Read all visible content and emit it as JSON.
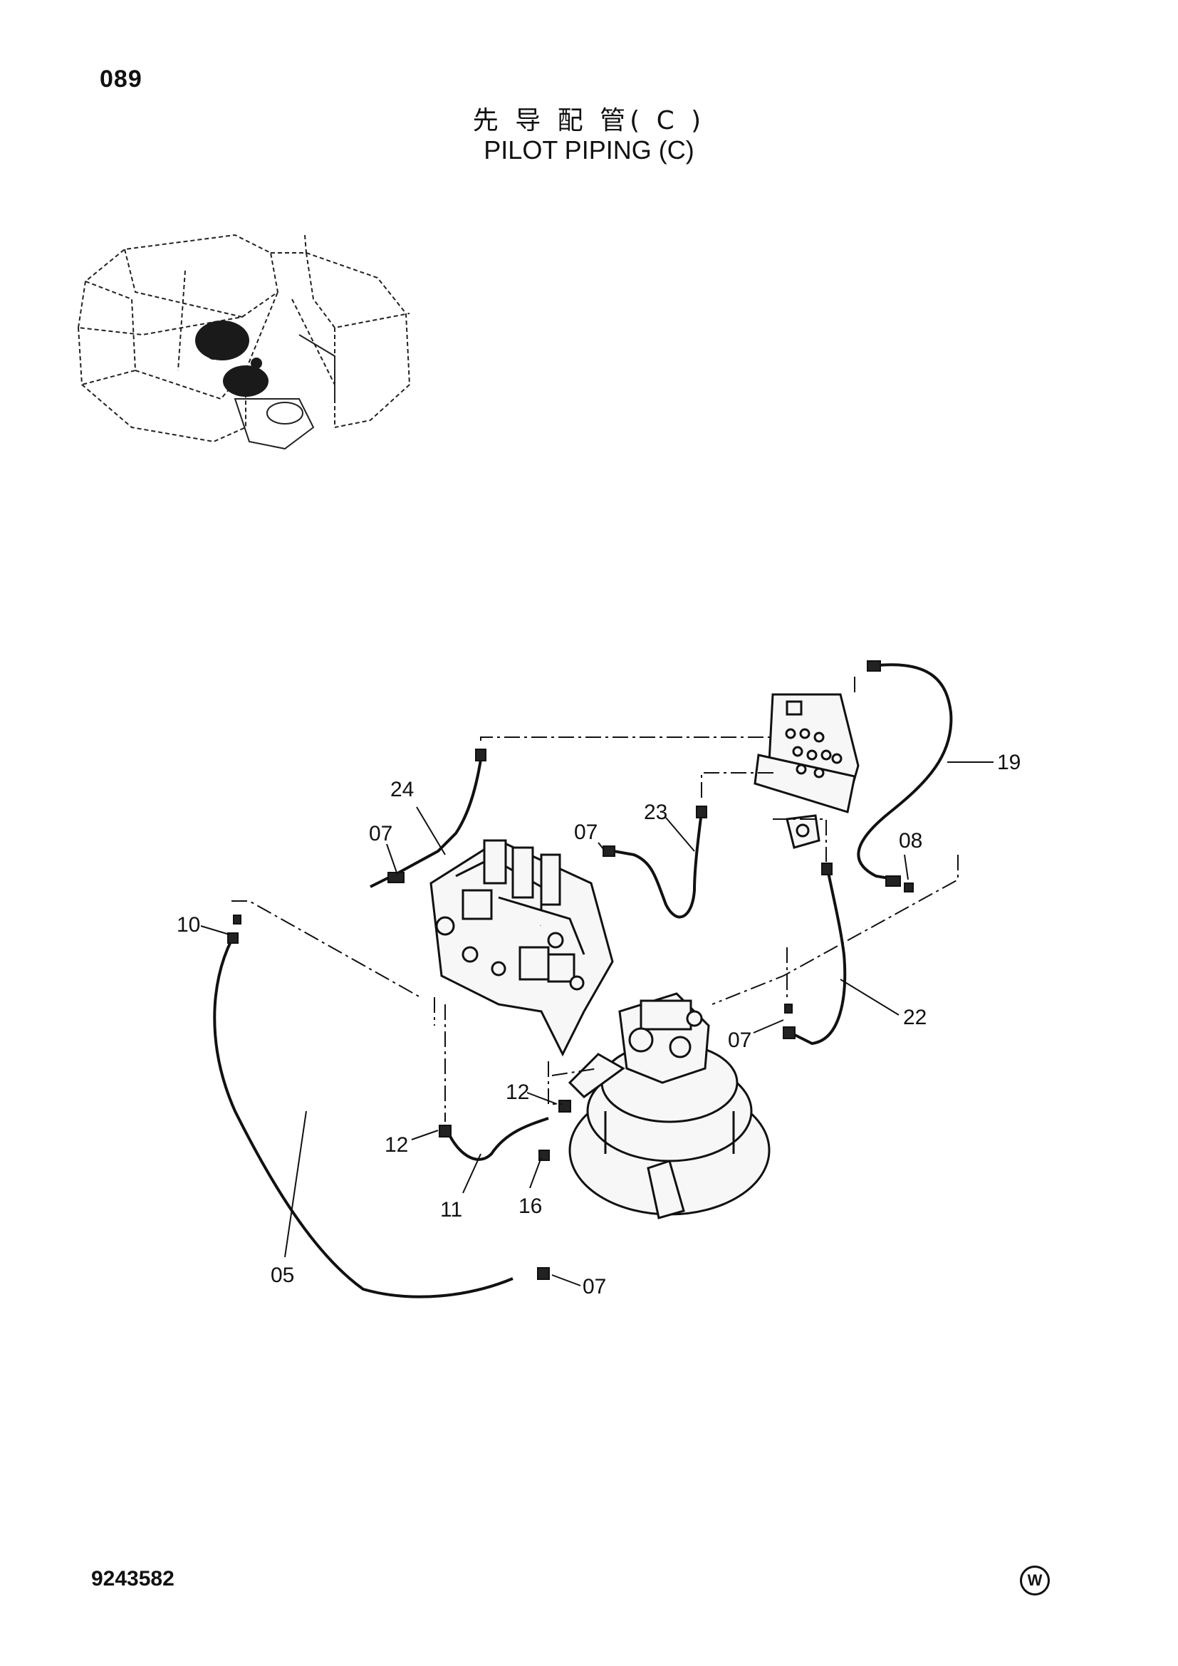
{
  "page_number": "089",
  "title_cn": "先 导 配 管( C )",
  "title_en": "PILOT PIPING (C)",
  "document_number": "9243582",
  "mark": "W",
  "callouts": {
    "c24": "24",
    "c07a": "07",
    "c07b": "07",
    "c23": "23",
    "c19": "19",
    "c08": "08",
    "c10": "10",
    "c22": "22",
    "c07c": "07",
    "c12a": "12",
    "c12b": "12",
    "c11": "11",
    "c16": "16",
    "c05": "05",
    "c07d": "07"
  }
}
